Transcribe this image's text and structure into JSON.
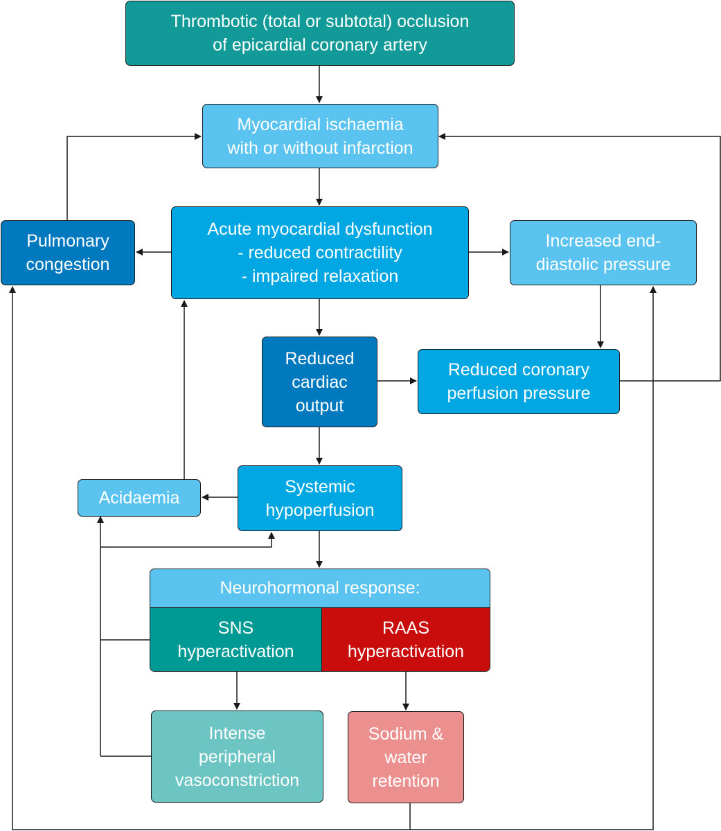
{
  "nodes": {
    "occlusion": "Thrombotic (total or subtotal) occlusion\nof epicardial coronary artery",
    "ischaemia": "Myocardial ischaemia\nwith or without infarction",
    "dysfunction": "Acute myocardial dysfunction\n- reduced contractility\n- impaired relaxation",
    "pulmonary": "Pulmonary\ncongestion",
    "edp": "Increased end-\ndiastolic pressure",
    "output": "Reduced\ncardiac\noutput",
    "perfusion": "Reduced coronary\nperfusion pressure",
    "systemic": "Systemic\nhypoperfusion",
    "acidaemia": "Acidaemia",
    "neuro_header": "Neurohormonal response:",
    "sns": "SNS\nhyperactivation",
    "raas": "RAAS\nhyperactivation",
    "vasoconstriction": "Intense\nperipheral\nvasoconstriction",
    "retention": "Sodium &\nwater\nretention"
  },
  "colors": {
    "teal": "#129a98",
    "sky": "#5bc3ef",
    "blue": "#00a7e2",
    "dark_blue": "#0079bf",
    "sns_teal": "#009a95",
    "raas_red": "#c90d0c",
    "pale_teal": "#6cc4c3",
    "pink": "#eb8f8f",
    "line": "#1a1a1a"
  }
}
